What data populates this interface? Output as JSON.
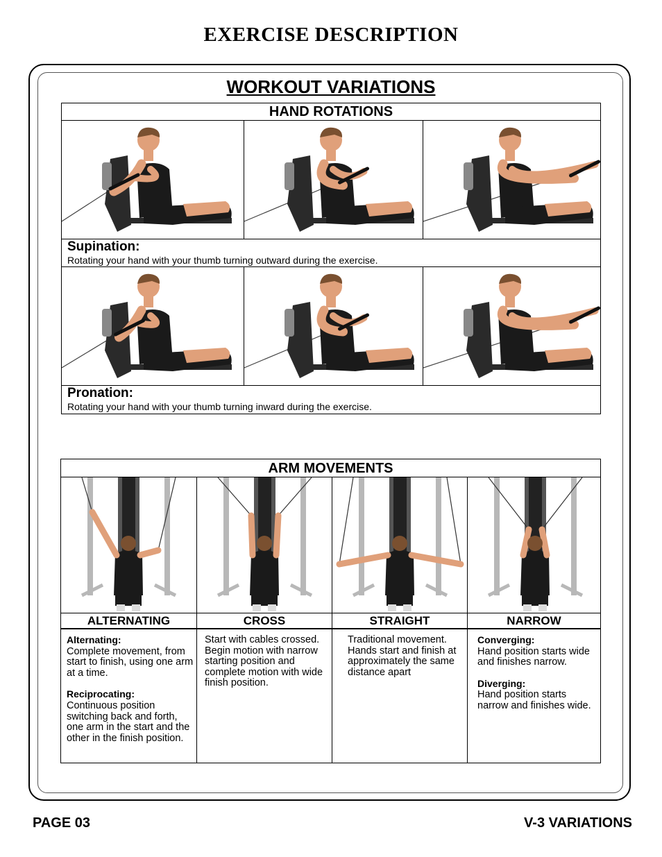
{
  "header": {
    "title": "EXERCISE DESCRIPTION"
  },
  "section": {
    "title": "WORKOUT VARIATIONS"
  },
  "hand_rotations": {
    "title": "HAND ROTATIONS",
    "supination": {
      "title": "Supination:",
      "text": "Rotating your hand with your thumb turning outward during the exercise."
    },
    "pronation": {
      "title": "Pronation:",
      "text": "Rotating your hand with your thumb turning inward during the exercise."
    }
  },
  "arm_movements": {
    "title": "ARM MOVEMENTS",
    "columns": [
      {
        "label": "ALTERNATING",
        "blocks": [
          {
            "heading": "Alternating:",
            "text": "Complete movement, from start to finish, using one arm at a time."
          },
          {
            "heading": "Reciprocating:",
            "text": "Continuous position switching back and forth, one arm in the start and the other in the finish position."
          }
        ]
      },
      {
        "label": "CROSS",
        "blocks": [
          {
            "heading": "",
            "text": "Start with cables crossed. Begin motion with narrow starting position and complete motion with wide finish position."
          }
        ]
      },
      {
        "label": "STRAIGHT",
        "blocks": [
          {
            "heading": "",
            "text": "Traditional movement. Hands start and finish at approximately the same distance apart"
          }
        ]
      },
      {
        "label": "NARROW",
        "blocks": [
          {
            "heading": "Converging:",
            "text": "Hand position starts wide and finishes narrow."
          },
          {
            "heading": "Diverging:",
            "text": "Hand position starts narrow and finishes wide."
          }
        ]
      }
    ]
  },
  "footer": {
    "page": "PAGE 03",
    "doc": "V-3 VARIATIONS"
  },
  "colors": {
    "skin": "#e0a07a",
    "hair": "#7a5030",
    "shirt": "#1a1a1a",
    "bench": "#2a2a2a",
    "frame": "#b8b8b8"
  }
}
